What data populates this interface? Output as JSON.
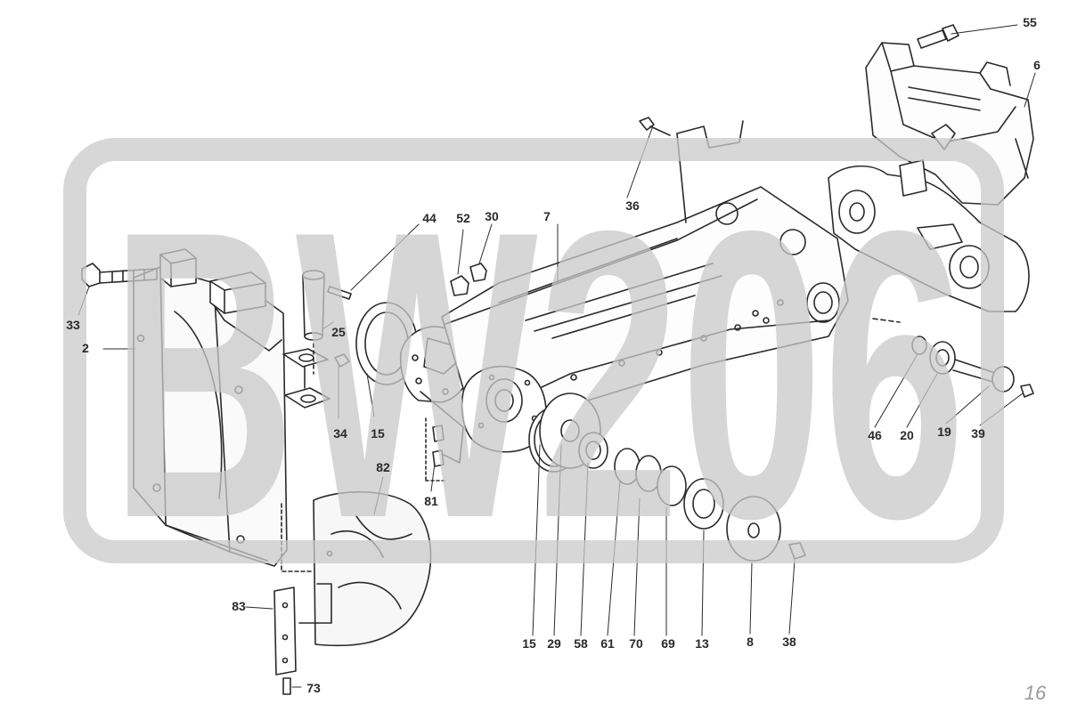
{
  "watermark": {
    "text": "BW206",
    "fill_color": "#c9c9c9",
    "opacity": 0.75
  },
  "callouts": [
    {
      "id": "55",
      "label": "55"
    },
    {
      "id": "6",
      "label": "6"
    },
    {
      "id": "44",
      "label": "44"
    },
    {
      "id": "52",
      "label": "52"
    },
    {
      "id": "30",
      "label": "30"
    },
    {
      "id": "7",
      "label": "7"
    },
    {
      "id": "36",
      "label": "36"
    },
    {
      "id": "33",
      "label": "33"
    },
    {
      "id": "2",
      "label": "2"
    },
    {
      "id": "25",
      "label": "25"
    },
    {
      "id": "34",
      "label": "34"
    },
    {
      "id": "15a",
      "label": "15"
    },
    {
      "id": "81",
      "label": "81"
    },
    {
      "id": "82",
      "label": "82"
    },
    {
      "id": "83",
      "label": "83"
    },
    {
      "id": "73",
      "label": "73"
    },
    {
      "id": "15b",
      "label": "15"
    },
    {
      "id": "29",
      "label": "29"
    },
    {
      "id": "58",
      "label": "58"
    },
    {
      "id": "61",
      "label": "61"
    },
    {
      "id": "70",
      "label": "70"
    },
    {
      "id": "69",
      "label": "69"
    },
    {
      "id": "13",
      "label": "13"
    },
    {
      "id": "8",
      "label": "8"
    },
    {
      "id": "38",
      "label": "38"
    },
    {
      "id": "46",
      "label": "46"
    },
    {
      "id": "20",
      "label": "20"
    },
    {
      "id": "19",
      "label": "19"
    },
    {
      "id": "39",
      "label": "39"
    }
  ],
  "page_number": "16",
  "colors": {
    "line": "#2a2a2a",
    "paper": "#ffffff"
  }
}
